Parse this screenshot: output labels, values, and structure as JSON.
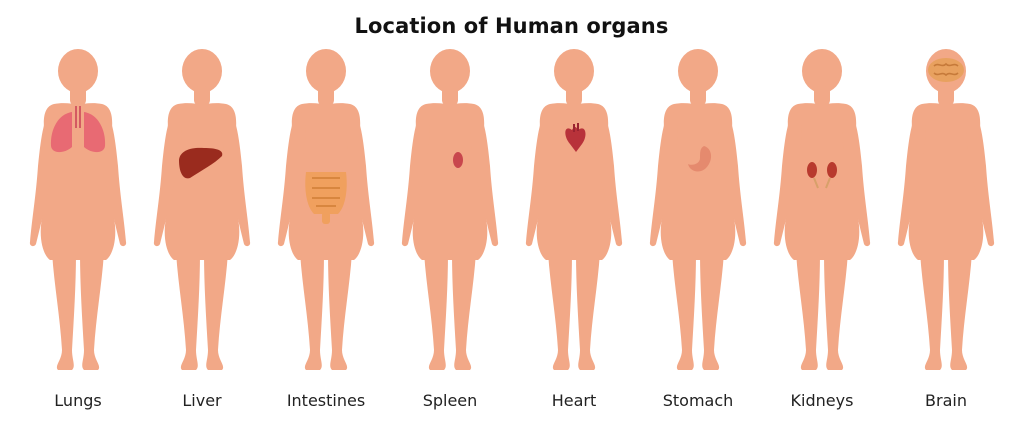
{
  "title": "Location of Human organs",
  "colors": {
    "silhouette": "#f2a887",
    "lungs": "#e86a73",
    "liver": "#9a2b1e",
    "intestines": "#f0a05e",
    "spleen": "#c8474d",
    "heart": "#b8323a",
    "stomach": "#e58a6e",
    "kidneys": "#b83a2e",
    "brain": "#e8a15f"
  },
  "figures": [
    {
      "label": "Lungs",
      "organ": "lungs"
    },
    {
      "label": "Liver",
      "organ": "liver"
    },
    {
      "label": "Intestines",
      "organ": "intestines"
    },
    {
      "label": "Spleen",
      "organ": "spleen"
    },
    {
      "label": "Heart",
      "organ": "heart"
    },
    {
      "label": "Stomach",
      "organ": "stomach"
    },
    {
      "label": "Kidneys",
      "organ": "kidneys"
    },
    {
      "label": "Brain",
      "organ": "brain"
    }
  ]
}
